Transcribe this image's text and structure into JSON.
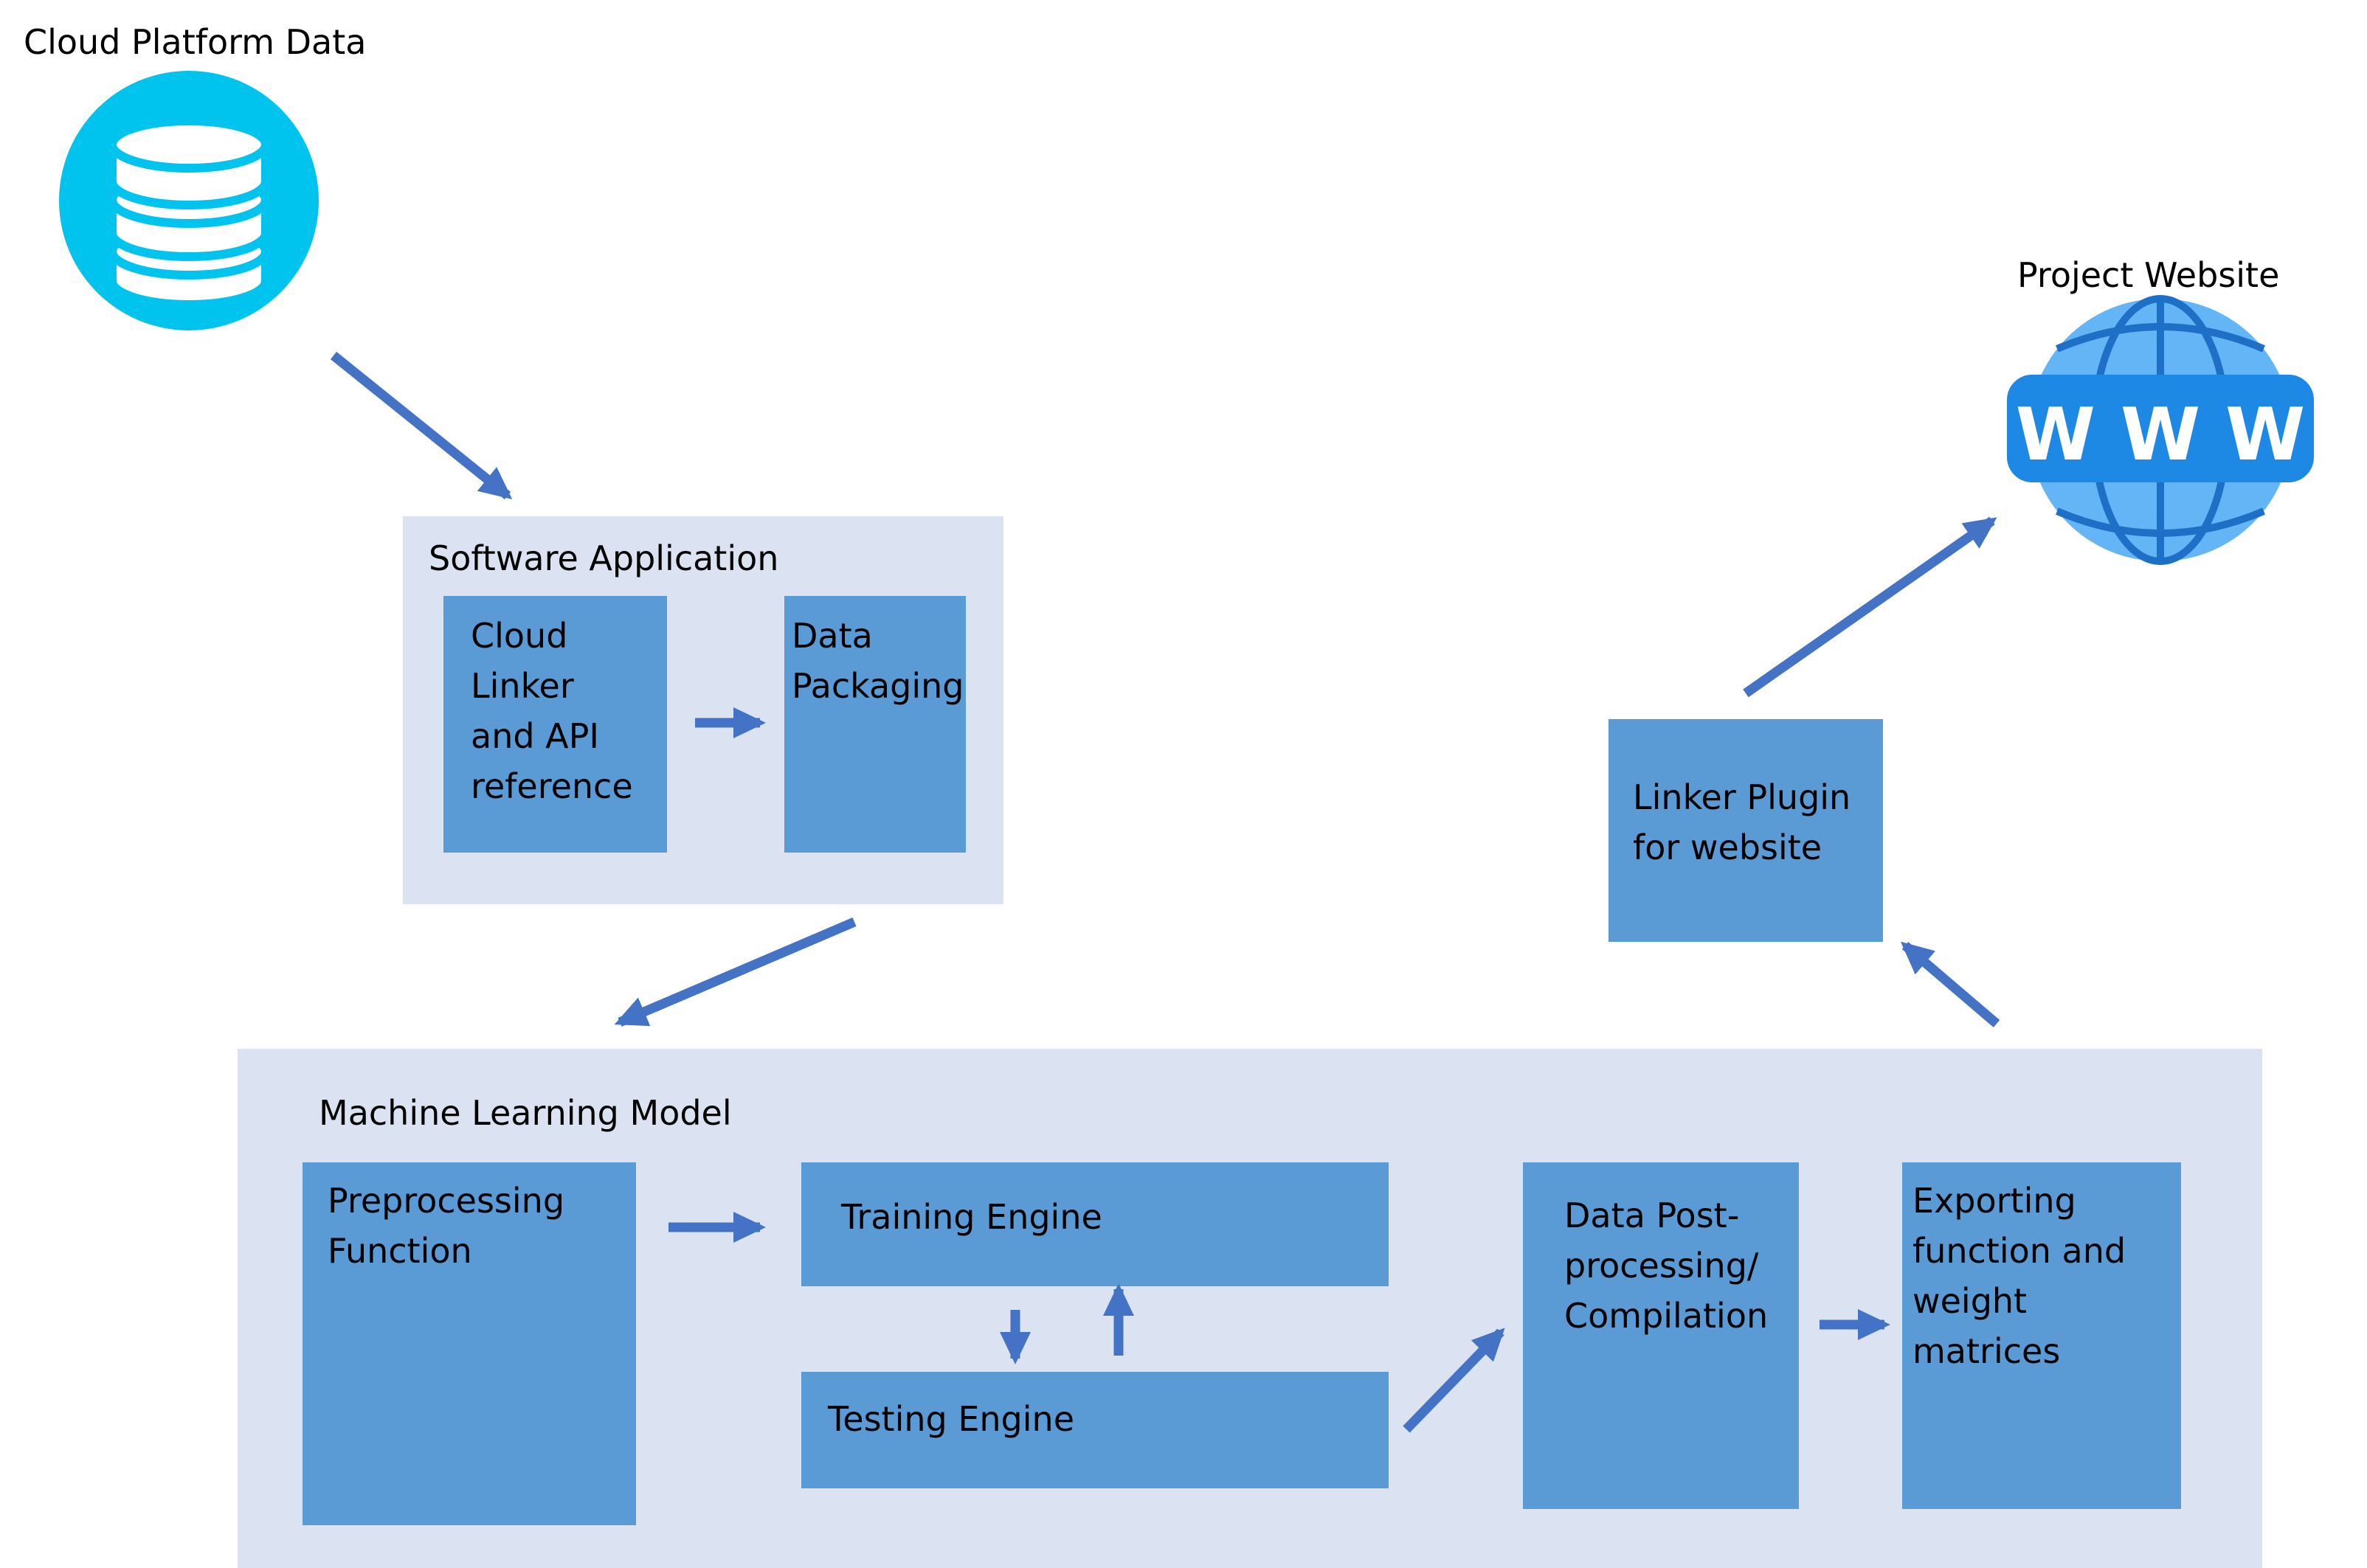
{
  "cloud": {
    "title": "Cloud Platform Data",
    "icon": "database-icon",
    "color": "#00c4ee"
  },
  "website": {
    "title": "Project Website",
    "icon": "globe-www-icon",
    "badge_text": "W W W",
    "color": "#64b5f6",
    "badge_color": "#1e88e5"
  },
  "software_app": {
    "title": "Software Application",
    "boxes": [
      {
        "label": "Cloud\nLinker\nand API\nreference"
      },
      {
        "label": "Data\nPackaging"
      }
    ]
  },
  "linker_plugin": {
    "label": "Linker Plugin\nfor website"
  },
  "ml_model": {
    "title": "Machine Learning Model",
    "preprocessing": "Preprocessing\nFunction",
    "training": "Training Engine",
    "testing": "Testing Engine",
    "postprocessing": "Data Post-\nprocessing/\nCompilation",
    "exporting": "Exporting\nfunction and\nweight matrices"
  },
  "colors": {
    "panel": "#dbe3f2",
    "box": "#5b9bd5",
    "arrow": "#4472c4"
  }
}
